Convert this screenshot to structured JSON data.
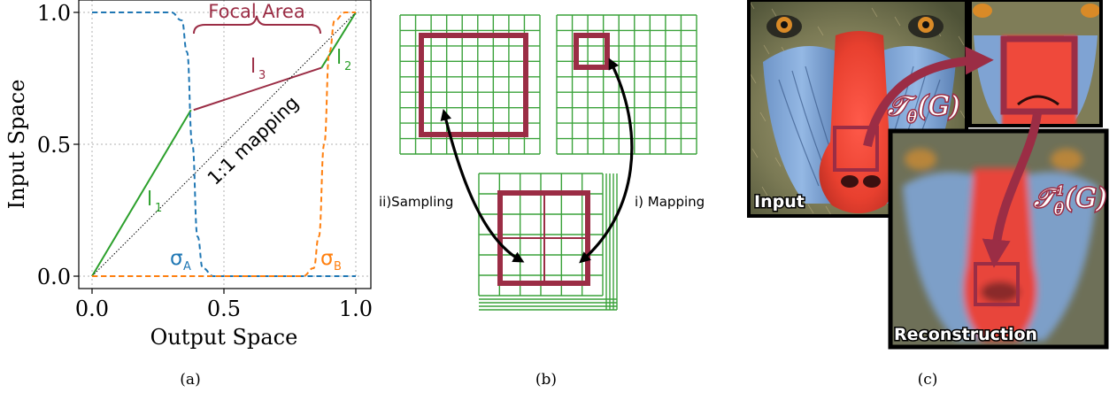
{
  "panel_a": {
    "caption": "(a)",
    "xlabel": "Output Space",
    "ylabel": "Input Space",
    "x_ticks": [
      "0.0",
      "0.5",
      "1.0"
    ],
    "y_ticks": [
      "0.0",
      "0.5",
      "1.0"
    ],
    "annotations": {
      "focal_area": "Focal Area",
      "l3": "l",
      "l3_sub": "3",
      "l2": "l",
      "l2_sub": "2",
      "l1": "l",
      "l1_sub": "1",
      "sigma_a": "σ",
      "sigma_a_sub": "A",
      "sigma_b": "σ",
      "sigma_b_sub": "B",
      "diag": "1:1 mapping"
    },
    "colors": {
      "l1": "#2ca02c",
      "l2": "#2ca02c",
      "l3": "#9b2d45",
      "sigma_a": "#1f77b4",
      "sigma_b": "#ff7f0e",
      "diag": "#000000"
    }
  },
  "chart_data": {
    "type": "line",
    "xlabel": "Output Space",
    "ylabel": "Input Space",
    "xlim": [
      0,
      1
    ],
    "ylim": [
      0,
      1
    ],
    "grid": true,
    "series": [
      {
        "name": "l1",
        "x": [
          0.0,
          0.375
        ],
        "y": [
          0.0,
          0.63
        ]
      },
      {
        "name": "l3",
        "x": [
          0.385,
          0.87
        ],
        "y": [
          0.63,
          0.79
        ]
      },
      {
        "name": "l2",
        "x": [
          0.87,
          1.0
        ],
        "y": [
          0.79,
          1.0
        ]
      },
      {
        "name": "1:1 mapping",
        "x": [
          0.0,
          1.0
        ],
        "y": [
          0.0,
          1.0
        ]
      },
      {
        "name": "σA",
        "x": [
          0.0,
          0.3,
          0.34,
          0.36,
          0.38,
          0.4,
          0.42,
          0.46,
          1.0
        ],
        "y": [
          1.0,
          1.0,
          0.97,
          0.85,
          0.5,
          0.15,
          0.03,
          0.0,
          0.0
        ]
      },
      {
        "name": "σB",
        "x": [
          0.0,
          0.8,
          0.84,
          0.86,
          0.88,
          0.9,
          0.92,
          0.96,
          1.0
        ],
        "y": [
          0.0,
          0.0,
          0.03,
          0.15,
          0.5,
          0.85,
          0.97,
          1.0,
          1.0
        ]
      }
    ]
  },
  "panel_b": {
    "caption": "(b)",
    "label_sampling": "ii)Sampling",
    "label_mapping": "i) Mapping",
    "grid_color": "#3aa23a",
    "box_color": "#9b2d45"
  },
  "panel_c": {
    "caption": "(c)",
    "label_input": "Input",
    "label_reconstruction": "Reconstruction",
    "formula_forward_main": "𝒯",
    "formula_forward_sub": "θ",
    "formula_forward_arg": "(G)",
    "formula_inverse_main": "𝒯",
    "formula_inverse_sub": "θ",
    "formula_inverse_sup": "-1",
    "formula_inverse_arg": "(G)",
    "box_color": "#9b2d45"
  }
}
